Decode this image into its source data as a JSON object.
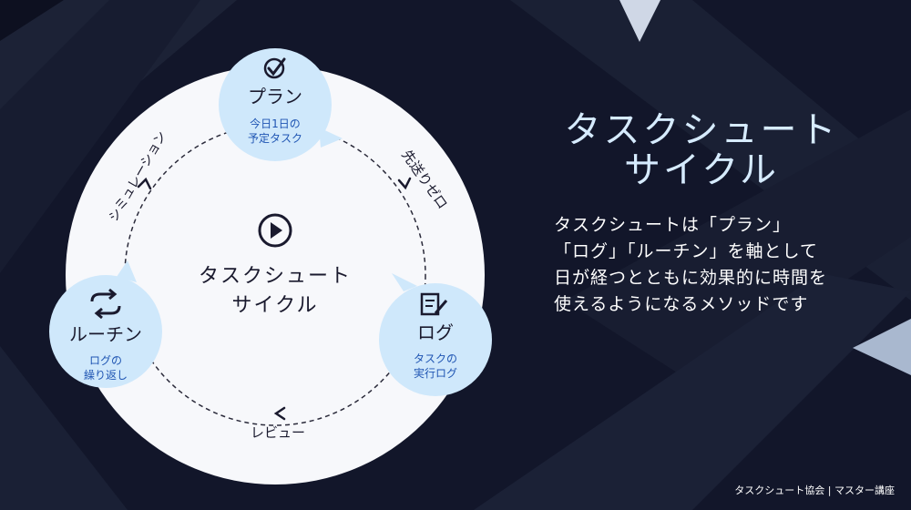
{
  "slide": {
    "title_lines": [
      "タスクシュート",
      "サイクル"
    ],
    "description_lines": [
      "タスクシュートは「プラン」",
      "「ログ」「ルーチン」を軸として",
      "日が経つとともに効果的に時間を",
      "使えるようになるメソッドです"
    ],
    "footer": "タスクシュート協会 | マスター講座"
  },
  "diagram": {
    "center_lines": [
      "タスクシュート",
      "サイクル"
    ],
    "nodes": {
      "plan": {
        "icon": "check-circle-icon",
        "title": "プラン",
        "sub_lines": [
          "今日1日の",
          "予定タスク"
        ]
      },
      "log": {
        "icon": "notepad-pencil-icon",
        "title": "ログ",
        "sub_lines": [
          "タスクの",
          "実行ログ"
        ]
      },
      "routine": {
        "icon": "repeat-arrows-icon",
        "title": "ルーチン",
        "sub_lines": [
          "ログの",
          "繰り返し"
        ]
      }
    },
    "arrows": {
      "plan_to_log": "先送りゼロ",
      "log_to_routine": "レビュー",
      "routine_to_plan": "シミュレーション"
    }
  },
  "colors": {
    "background": "#12162a",
    "circle_fill": "#f7f8fb",
    "node_fill": "#cfe8fb",
    "title_text": "#d6ebff",
    "node_sub_text": "#1f55b3",
    "dark_text": "#1a1a2e"
  }
}
